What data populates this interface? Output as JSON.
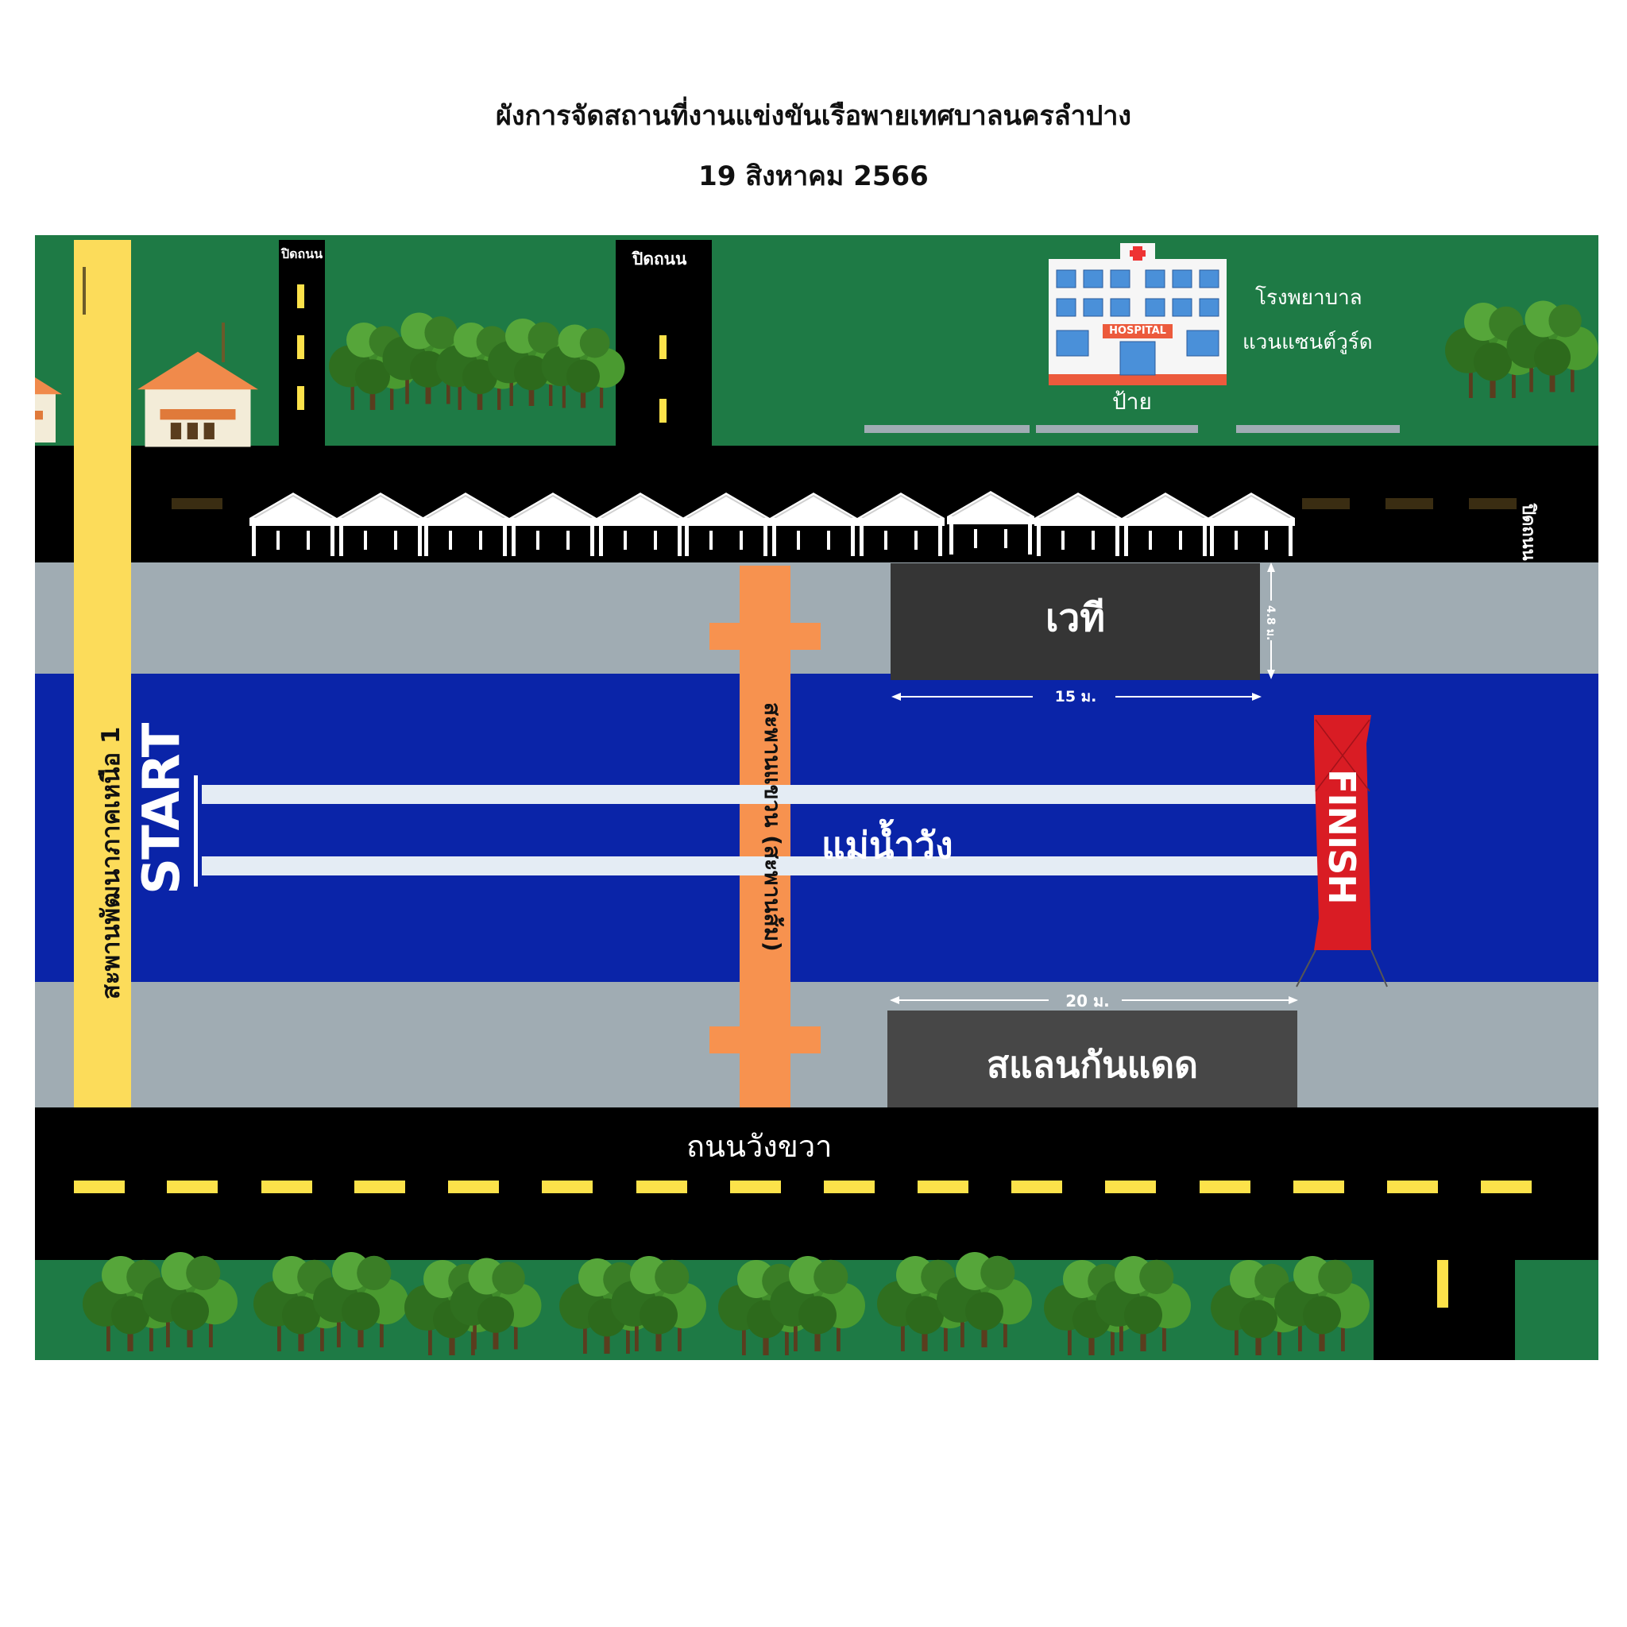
{
  "header": {
    "title": "ผังการจัดสถานที่งานแข่งขันเรือพายเทศบาลนครลำปาง",
    "date": "19 สิงหาคม 2566"
  },
  "labels": {
    "road_closed_small": "ปิดถนน",
    "road_closed": "ปิดถนน",
    "road_closed_right": "ปิดถนน",
    "hospital_name_line1": "โรงพยาบาล",
    "hospital_name_line2": "แวนแซนต์วูร์ด",
    "hospital_sign": "HOSPITAL",
    "sign_label": "ป้าย",
    "stage": "เวที",
    "stage_width": "15 ม.",
    "stage_depth": "4.8 ม.",
    "north_bridge": "สะพานพัฒนาภาคเหนือ 1",
    "orange_bridge": "สะพานแขวน (สะพานส้ม)",
    "river": "แม่น้ำวัง",
    "start": "START",
    "finish": "FINISH",
    "sunshade_width": "20 ม.",
    "sunshade": "สแลนกันแดด",
    "road_name": "ถนนวังขวา"
  },
  "colors": {
    "grass": "#1e7a45",
    "road": "#000000",
    "pavement": "#a0acb3",
    "river": "#0a24a8",
    "yellow_bridge": "#fcdc5a",
    "orange_bridge": "#f7924f",
    "stage": "#353535",
    "sunshade": "#474747",
    "finish_banner": "#d91c24",
    "lane_marker": "#fce24a"
  },
  "icons": {
    "tent": "tent-icon",
    "tree": "tree-icon",
    "house": "house-icon",
    "hospital": "hospital-icon"
  },
  "tent_count": 12
}
